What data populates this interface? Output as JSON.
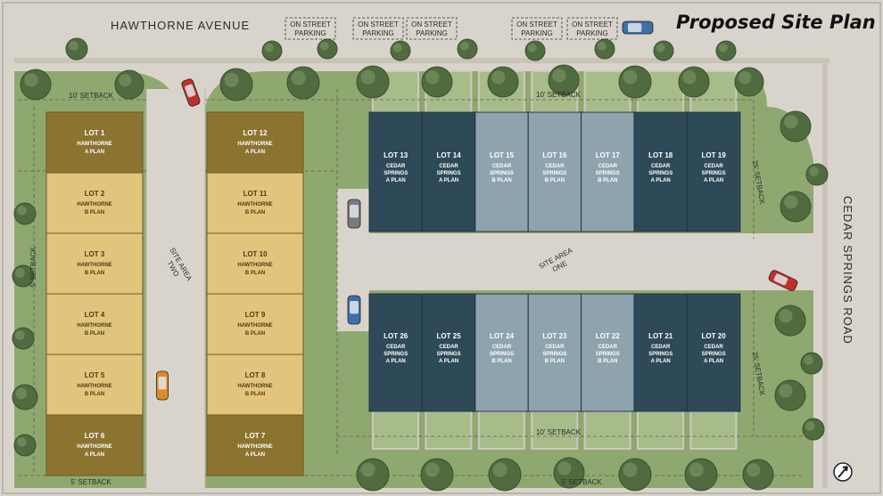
{
  "title": "Proposed Site Plan",
  "streets": {
    "north": "HAWTHORNE AVENUE",
    "east": "CEDAR SPRINGS ROAD"
  },
  "parking_label": [
    "ON STREET",
    "PARKING"
  ],
  "site_areas": {
    "one": [
      "SITE AREA",
      "ONE"
    ],
    "two": [
      "SITE AREA",
      "TWO"
    ]
  },
  "setbacks": {
    "north_left": "10' SETBACK",
    "north_right": "10' SETBACK",
    "south_inner": "10' SETBACK",
    "south_left": "5' SETBACK",
    "south_right": "5' SETBACK",
    "east_upper": "25' SETBACK",
    "east_lower": "25' SETBACK",
    "west": "5' SETBACK"
  },
  "colors": {
    "hawthorne_a": "#8c7430",
    "hawthorne_b": "#e3c47d",
    "cedar_a": "#2e4a58",
    "cedar_b": "#8ea3ad",
    "grass": "#8fa86f",
    "road": "#d9d4cb"
  },
  "lots_west_left": [
    {
      "lot": "LOT 1",
      "line1": "HAWTHORNE",
      "line2": "A PLAN",
      "plan": "A"
    },
    {
      "lot": "LOT 2",
      "line1": "HAWTHORNE",
      "line2": "B PLAN",
      "plan": "B"
    },
    {
      "lot": "LOT 3",
      "line1": "HAWTHORNE",
      "line2": "B PLAN",
      "plan": "B"
    },
    {
      "lot": "LOT 4",
      "line1": "HAWTHORNE",
      "line2": "B PLAN",
      "plan": "B"
    },
    {
      "lot": "LOT 5",
      "line1": "HAWTHORNE",
      "line2": "B PLAN",
      "plan": "B"
    },
    {
      "lot": "LOT 6",
      "line1": "HAWTHORNE",
      "line2": "A PLAN",
      "plan": "A"
    }
  ],
  "lots_west_right": [
    {
      "lot": "LOT 12",
      "line1": "HAWTHORNE",
      "line2": "A PLAN",
      "plan": "A"
    },
    {
      "lot": "LOT 11",
      "line1": "HAWTHORNE",
      "line2": "B PLAN",
      "plan": "B"
    },
    {
      "lot": "LOT 10",
      "line1": "HAWTHORNE",
      "line2": "B PLAN",
      "plan": "B"
    },
    {
      "lot": "LOT 9",
      "line1": "HAWTHORNE",
      "line2": "B PLAN",
      "plan": "B"
    },
    {
      "lot": "LOT 8",
      "line1": "HAWTHORNE",
      "line2": "B PLAN",
      "plan": "B"
    },
    {
      "lot": "LOT 7",
      "line1": "HAWTHORNE",
      "line2": "A PLAN",
      "plan": "A"
    }
  ],
  "lots_east_top": [
    {
      "lot": "LOT 13",
      "line1": "CEDAR",
      "line2": "SPRINGS",
      "line3": "A PLAN",
      "plan": "A"
    },
    {
      "lot": "LOT 14",
      "line1": "CEDAR",
      "line2": "SPRINGS",
      "line3": "A PLAN",
      "plan": "A"
    },
    {
      "lot": "LOT 15",
      "line1": "CEDAR",
      "line2": "SPRINGS",
      "line3": "B PLAN",
      "plan": "B"
    },
    {
      "lot": "LOT 16",
      "line1": "CEDAR",
      "line2": "SPRINGS",
      "line3": "B PLAN",
      "plan": "B"
    },
    {
      "lot": "LOT 17",
      "line1": "CEDAR",
      "line2": "SPRINGS",
      "line3": "B PLAN",
      "plan": "B"
    },
    {
      "lot": "LOT 18",
      "line1": "CEDAR",
      "line2": "SPRINGS",
      "line3": "A PLAN",
      "plan": "A"
    },
    {
      "lot": "LOT 19",
      "line1": "CEDAR",
      "line2": "SPRINGS",
      "line3": "A PLAN",
      "plan": "A"
    }
  ],
  "lots_east_bottom": [
    {
      "lot": "LOT 26",
      "line1": "CEDAR",
      "line2": "SPRINGS",
      "line3": "A PLAN",
      "plan": "A"
    },
    {
      "lot": "LOT 25",
      "line1": "CEDAR",
      "line2": "SPRINGS",
      "line3": "A PLAN",
      "plan": "A"
    },
    {
      "lot": "LOT 24",
      "line1": "CEDAR",
      "line2": "SPRINGS",
      "line3": "B PLAN",
      "plan": "B"
    },
    {
      "lot": "LOT 23",
      "line1": "CEDAR",
      "line2": "SPRINGS",
      "line3": "B PLAN",
      "plan": "B"
    },
    {
      "lot": "LOT 22",
      "line1": "CEDAR",
      "line2": "SPRINGS",
      "line3": "B PLAN",
      "plan": "B"
    },
    {
      "lot": "LOT 21",
      "line1": "CEDAR",
      "line2": "SPRINGS",
      "line3": "A PLAN",
      "plan": "A"
    },
    {
      "lot": "LOT 20",
      "line1": "CEDAR",
      "line2": "SPRINGS",
      "line3": "A PLAN",
      "plan": "A"
    }
  ]
}
